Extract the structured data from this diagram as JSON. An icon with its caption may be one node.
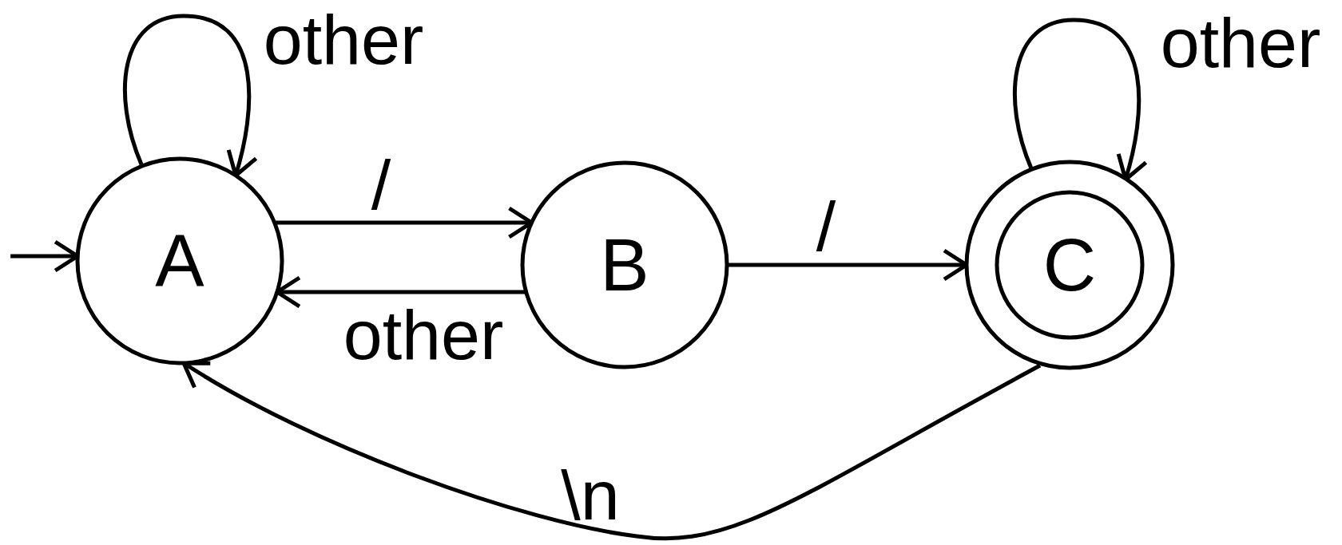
{
  "diagram": {
    "nodes": [
      {
        "text": [
          "A"
        ]
      },
      {
        "text": [
          "B"
        ]
      },
      {
        "text": [
          "C"
        ]
      }
    ],
    "edges": [
      {
        "from": null,
        "to": 0,
        "arrow": "to"
      },
      {
        "from": 0,
        "to": 0,
        "arrow": "to",
        "label": "other"
      },
      {
        "from": 0,
        "to": 1,
        "arrow": "to",
        "label": "/"
      },
      {
        "from": 1,
        "to": 0,
        "arrow": "to",
        "label": "other"
      },
      {
        "from": 1,
        "to": 2,
        "arrow": "to",
        "label": "/"
      },
      {
        "from": 2,
        "to": 2,
        "arrow": "to",
        "label": "other"
      },
      {
        "from": 2,
        "to": 0,
        "arrow": "to",
        "label": "\\n"
      }
    ]
  }
}
